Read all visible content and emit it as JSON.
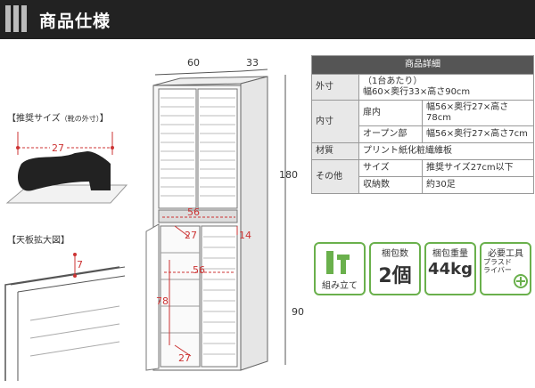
{
  "header": {
    "title": "商品仕様"
  },
  "diagram": {
    "width": "60",
    "depth": "33",
    "height": "180",
    "lower_height": "90",
    "inner_width": "56",
    "inner_depth": "27",
    "shelf_gap": "14",
    "shelf_width": "56",
    "inner_height": "78",
    "bottom_depth": "27",
    "shoe_label": "【推奨サイズ",
    "shoe_note": "（靴の外寸）",
    "shoe_label_end": "】",
    "shoe_size": "27",
    "top_label": "【天板拡大図】",
    "top_dim": "7"
  },
  "spec_table": {
    "title": "商品詳細",
    "rows": [
      {
        "label": "外寸",
        "value": "（1台あたり）\n幅60×奥行33×高さ90cm"
      },
      {
        "label": "内寸",
        "sub": "扉内",
        "value": "幅56×奥行27×高さ78cm"
      },
      {
        "label": "",
        "sub": "オープン部",
        "value": "幅56×奥行27×高さ7cm"
      },
      {
        "label": "材質",
        "value": "プリント紙化粧繊維板"
      },
      {
        "label": "その他",
        "sub": "サイズ",
        "value": "推奨サイズ27cm以下"
      },
      {
        "label": "",
        "sub": "収納数",
        "value": "約30足"
      }
    ]
  },
  "badges": [
    {
      "caption": "組み立て",
      "icon": "tools-icon"
    },
    {
      "caption": "梱包数",
      "value": "2個"
    },
    {
      "caption": "梱包重量",
      "value": "44kg"
    },
    {
      "caption": "必要工具",
      "value": "プラスドライバー",
      "icon": "screwdriver-icon"
    }
  ],
  "colors": {
    "accent_red": "#cc3333",
    "badge_green": "#6ab04c",
    "header_bg": "#222222"
  }
}
